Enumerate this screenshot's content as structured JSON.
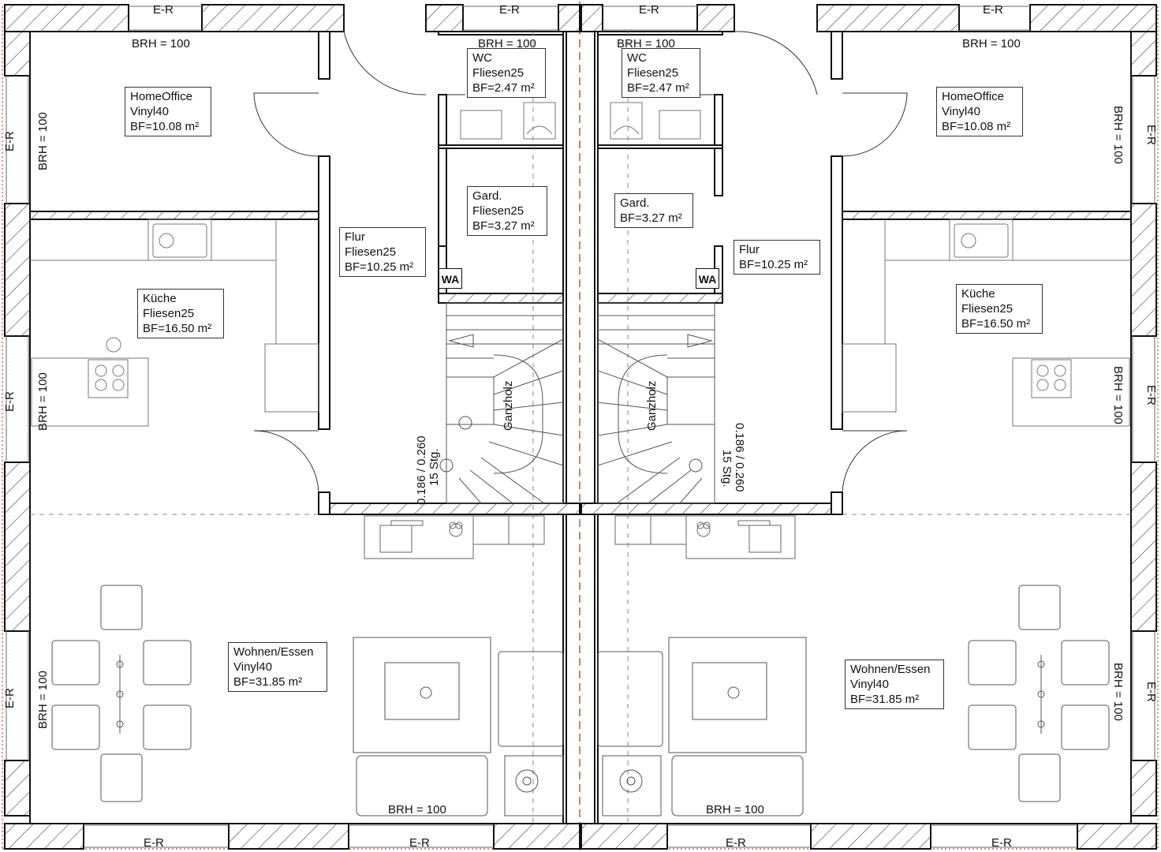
{
  "colors": {
    "wall": "#111111",
    "hatch": "#444444",
    "furniture": "#555555",
    "partition_line": "#c9652a",
    "window_marks": "#d04a3a"
  },
  "labels": {
    "window_marker": "E-R",
    "sill_height": "BRH = 100",
    "utility": "WA",
    "stair_material": "Ganzholz",
    "stair_steps": "15 Stg.",
    "stair_ratio": "0.186 / 0.260"
  },
  "rooms": {
    "left": {
      "homeoffice": {
        "name": "HomeOffice",
        "floor": "Vinyl40",
        "area": "BF=10.08 m²"
      },
      "wc": {
        "name": "WC",
        "floor": "Fliesen25",
        "area": "BF=2.47 m²"
      },
      "gard": {
        "name": "Gard.",
        "floor": "Fliesen25",
        "area": "BF=3.27 m²"
      },
      "flur": {
        "name": "Flur",
        "floor": "Fliesen25",
        "area": "BF=10.25 m²"
      },
      "kueche": {
        "name": "Küche",
        "floor": "Fliesen25",
        "area": "BF=16.50 m²"
      },
      "wohnen": {
        "name": "Wohnen/Essen",
        "floor": "Vinyl40",
        "area": "BF=31.85 m²"
      }
    },
    "right": {
      "homeoffice": {
        "name": "HomeOffice",
        "floor": "Vinyl40",
        "area": "BF=10.08 m²"
      },
      "wc": {
        "name": "WC",
        "floor": "Fliesen25",
        "area": "BF=2.47 m²"
      },
      "gard": {
        "name": "Gard.",
        "area": "BF=3.27 m²"
      },
      "flur": {
        "name": "Flur",
        "area": "BF=10.25 m²"
      },
      "kueche": {
        "name": "Küche",
        "floor": "Fliesen25",
        "area": "BF=16.50 m²"
      },
      "wohnen": {
        "name": "Wohnen/Essen",
        "floor": "Vinyl40",
        "area": "BF=31.85 m²"
      }
    }
  }
}
